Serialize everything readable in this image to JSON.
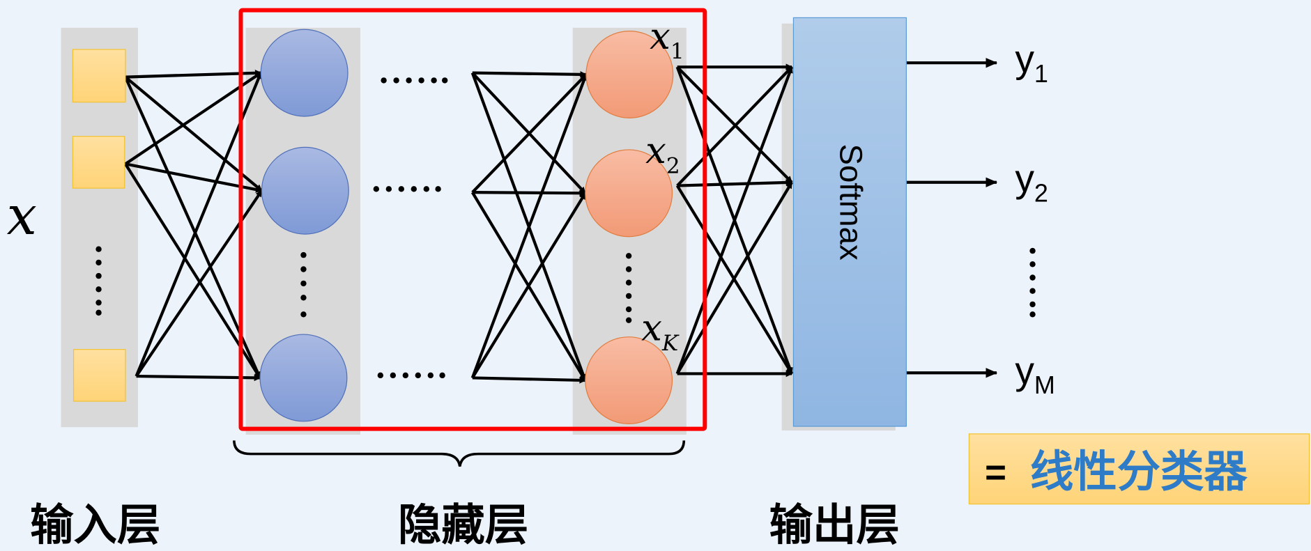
{
  "input": {
    "symbol": "x",
    "label": "输入层"
  },
  "hidden": {
    "label": "隐藏层",
    "features": [
      "x",
      "x",
      "x"
    ],
    "feature_subscripts": [
      "1",
      "2",
      "K"
    ],
    "ellipsis": "……"
  },
  "output": {
    "softmax_label": "Softmax",
    "label": "输出层",
    "outputs": [
      "y",
      "y",
      "y"
    ],
    "output_subscripts": [
      "1",
      "2",
      "M"
    ]
  },
  "callout": {
    "equals": "=",
    "text": "线性分类器"
  },
  "colors": {
    "background": "#EDF3FB",
    "input_node": "#FFD98A",
    "hidden_node": "#8FA8DC",
    "feature_node": "#F4A988",
    "softmax": "#9DC0E6",
    "highlight": "#FF0000",
    "callout_text": "#2E7BC8"
  }
}
